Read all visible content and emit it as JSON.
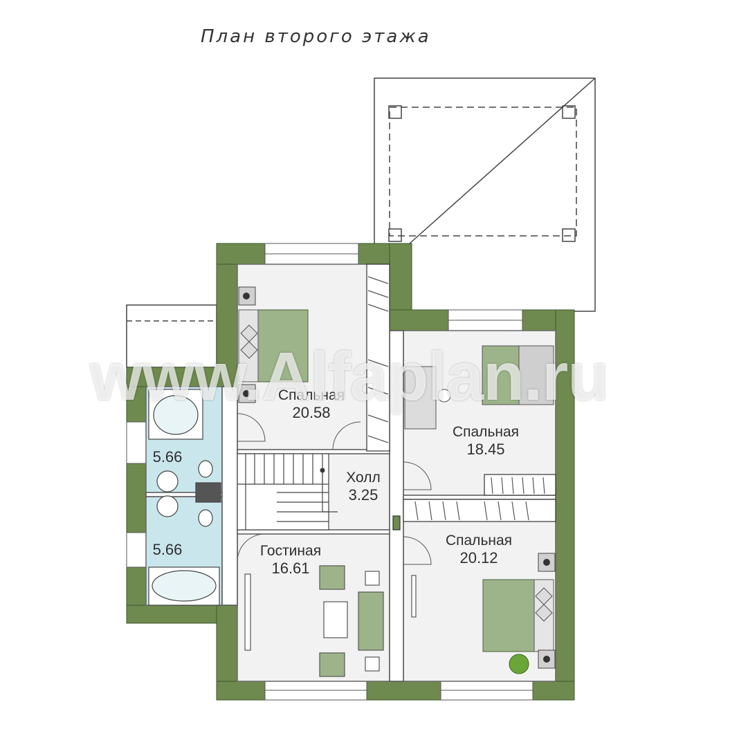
{
  "title": "План второго этажа",
  "watermark": "www.Alfaplan.ru",
  "rooms": [
    {
      "name": "Спальная",
      "area": "20.58"
    },
    {
      "name": "Спальная",
      "area": "18.45"
    },
    {
      "name": "Холл",
      "area": "3.25"
    },
    {
      "name": "Гостиная",
      "area": "16.61"
    },
    {
      "name": "Спальная",
      "area": "20.12"
    }
  ],
  "baths": [
    {
      "area": "5.66"
    },
    {
      "area": "5.66"
    }
  ],
  "colors": {
    "wall": "#6e8a4e",
    "floor": "#f2f2f2",
    "bath_floor": "#c9e6ec",
    "outline": "#444444",
    "furniture": "#9db48a"
  }
}
